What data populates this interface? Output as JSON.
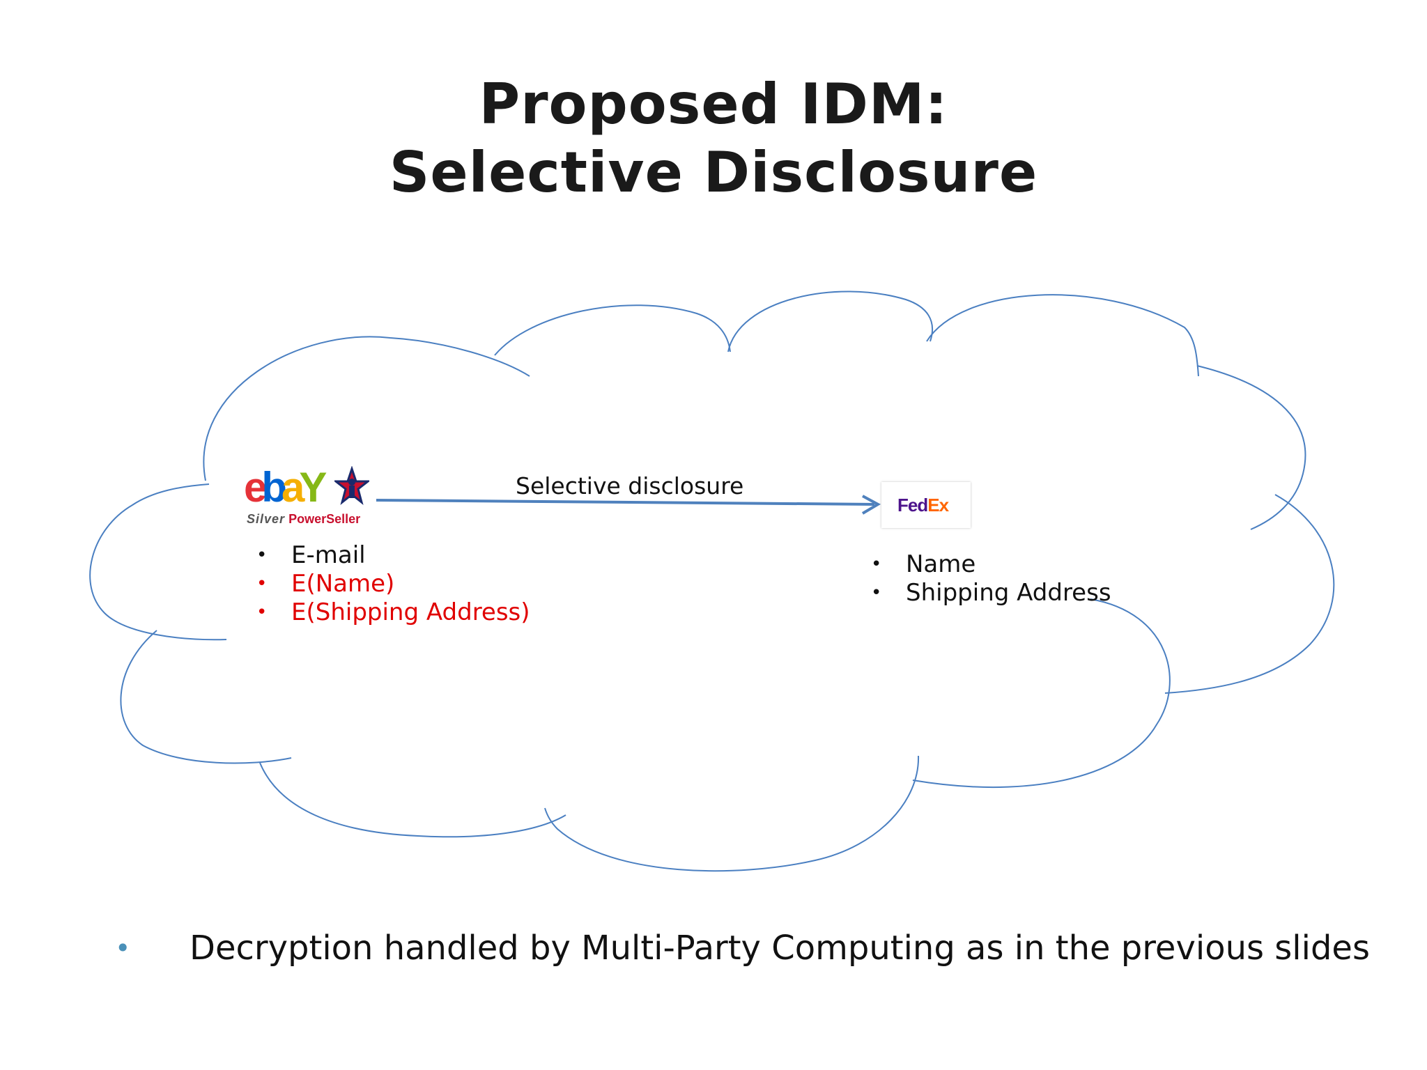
{
  "title": {
    "line1": "Proposed IDM:",
    "line2": "Selective Disclosure"
  },
  "ebay": {
    "logo_letters": [
      "e",
      "b",
      "a",
      "Y"
    ],
    "logo_sub_silver": "Silver",
    "logo_sub_powerseller": "PowerSeller",
    "attributes": [
      {
        "text": "E-mail",
        "color": "#111111"
      },
      {
        "text": "E(Name)",
        "color": "#e00000"
      },
      {
        "text": "E(Shipping Address)",
        "color": "#e00000"
      }
    ]
  },
  "arrow": {
    "label": "Selective disclosure"
  },
  "fedex": {
    "logo_fed": "Fed",
    "logo_ex": "Ex",
    "attributes": [
      {
        "text": "Name",
        "color": "#111111"
      },
      {
        "text": "Shipping Address",
        "color": "#111111"
      }
    ]
  },
  "footer": {
    "bullet": "•",
    "text": "Decryption handled by Multi-Party Computing as in the previous slides"
  },
  "colors": {
    "cloud_outline": "#4a7fc1",
    "arrow": "#4f81bd",
    "encrypted_text": "#e00000",
    "footer_bullet": "#4a90b8"
  }
}
